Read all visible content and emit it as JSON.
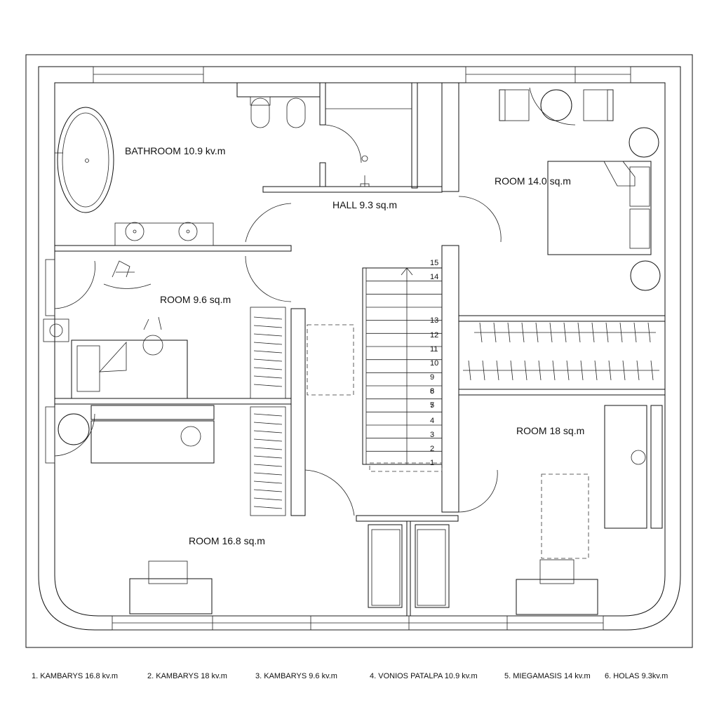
{
  "rooms": {
    "bathroom": "BATHROOM  10.9 kv.m",
    "room_14": "ROOM   14.0 sq.m",
    "hall": "HALL  9.3 sq.m",
    "room_9_6": "ROOM  9.6 sq.m",
    "room_18": "ROOM   18 sq.m",
    "room_16_8": "ROOM   16.8 sq.m"
  },
  "stair_numbers": [
    "15",
    "14",
    "13",
    "12",
    "11",
    "10",
    "9",
    "8",
    "6",
    "7",
    "5",
    "4",
    "3",
    "2",
    "1"
  ],
  "legend": [
    "1. KAMBARYS 16.8 kv.m",
    "2. KAMBARYS 18 kv.m",
    "3. KAMBARYS   9.6 kv.m",
    "4. VONIOS PATALPA  10.9 kv.m",
    "5. MIEGAMASIS 14 kv.m",
    "6. HOLAS 9.3kv.m"
  ]
}
